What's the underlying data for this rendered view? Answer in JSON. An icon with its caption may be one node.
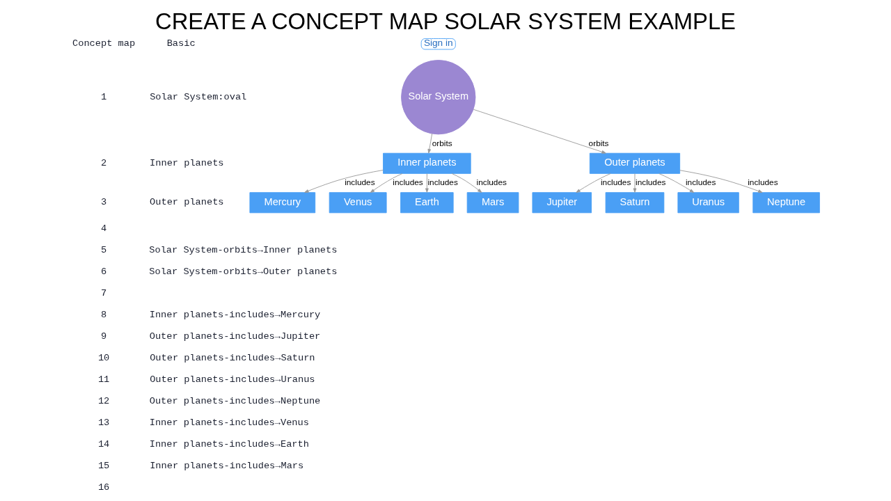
{
  "diagram": {
    "title": "CREATE A CONCEPT MAP SOLAR SYSTEM EXAMPLE",
    "nodes": [
      {
        "text": [
          "Solar System"
        ]
      },
      {
        "text": [
          "Inner planets"
        ]
      },
      {
        "text": [
          "Outer planets"
        ]
      },
      {
        "text": [
          "Mercury"
        ]
      },
      {
        "text": [
          "Venus"
        ]
      },
      {
        "text": [
          "Earth"
        ]
      },
      {
        "text": [
          "Mars"
        ]
      },
      {
        "text": [
          "Jupiter"
        ]
      },
      {
        "text": [
          "Saturn"
        ]
      },
      {
        "text": [
          "Uranus"
        ]
      },
      {
        "text": [
          "Neptune"
        ]
      }
    ],
    "edges": [
      {
        "from": 0,
        "to": 1,
        "arrow": "to",
        "label": "orbits"
      },
      {
        "from": 0,
        "to": 2,
        "arrow": "to",
        "label": "orbits"
      },
      {
        "from": 1,
        "to": 3,
        "arrow": "to",
        "label": "includes"
      },
      {
        "from": 1,
        "to": 4,
        "arrow": "to",
        "label": "includes"
      },
      {
        "from": 1,
        "to": 5,
        "arrow": "to",
        "label": "includes"
      },
      {
        "from": 1,
        "to": 6,
        "arrow": "to",
        "label": "includes"
      },
      {
        "from": 2,
        "to": 7,
        "arrow": "to",
        "label": "includes"
      },
      {
        "from": 2,
        "to": 8,
        "arrow": "to",
        "label": "includes"
      },
      {
        "from": 2,
        "to": 9,
        "arrow": "to",
        "label": "includes"
      },
      {
        "from": 2,
        "to": 10,
        "arrow": "to",
        "label": "includes"
      }
    ],
    "labels": [
      "Concept map",
      "Basic",
      "Sign in",
      "1",
      "Solar System:oval",
      "2",
      "Inner planets",
      "3",
      "Outer planets",
      "4",
      "5",
      "Solar System-orbits→Inner planets",
      "6",
      "Solar System-orbits→Outer planets",
      "7",
      "8",
      "Inner planets-includes→Mercury",
      "9",
      "Outer planets-includes→Jupiter",
      "10",
      "Outer planets-includes→Saturn",
      "11",
      "Outer planets-includes→Uranus",
      "12",
      "Outer planets-includes→Neptune",
      "13",
      "Inner planets-includes→Venus",
      "14",
      "Inner planets-includes→Earth",
      "15",
      "Inner planets-includes→Mars",
      "16"
    ]
  }
}
